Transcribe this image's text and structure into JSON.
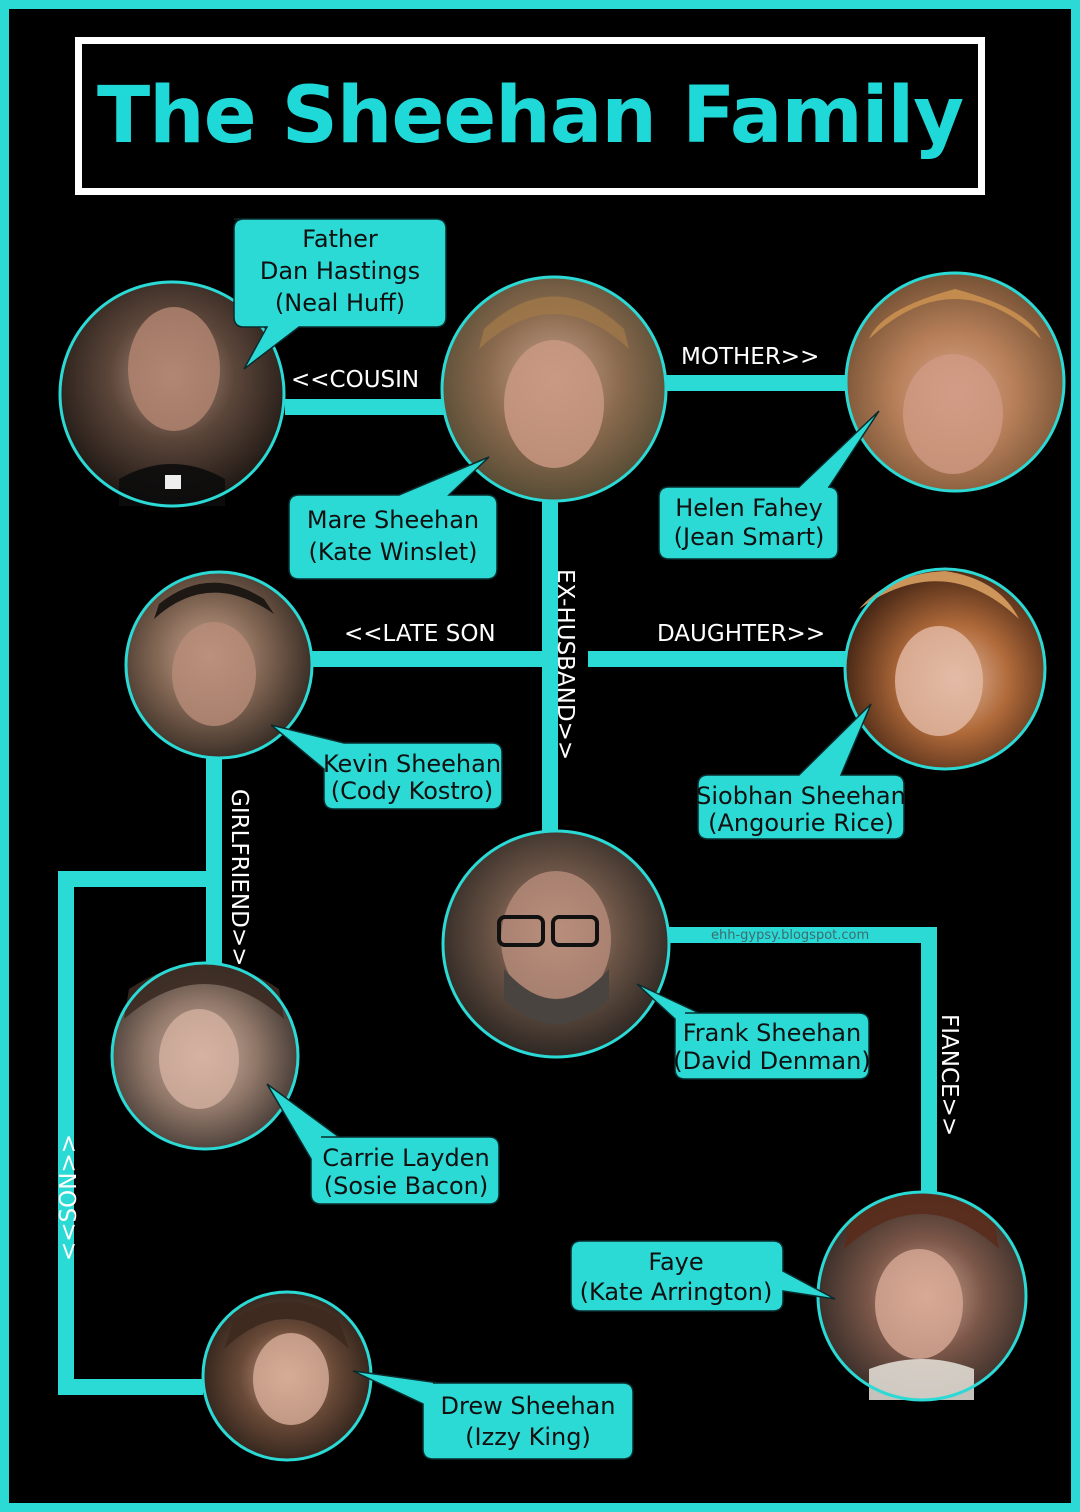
{
  "title": "The Sheehan Family",
  "watermark": "ehh-gypsy.blogspot.com",
  "colors": {
    "accent": "#2bd9d5",
    "background": "#000000",
    "title_border": "#ffffff"
  },
  "people": [
    {
      "id": "dan",
      "lines": [
        "Father",
        "Dan Hastings",
        "(Neal Huff)"
      ]
    },
    {
      "id": "mare",
      "lines": [
        "Mare Sheehan",
        "(Kate Winslet)"
      ]
    },
    {
      "id": "helen",
      "lines": [
        "Helen Fahey",
        "(Jean Smart)"
      ]
    },
    {
      "id": "kevin",
      "lines": [
        "Kevin Sheehan",
        "(Cody Kostro)"
      ]
    },
    {
      "id": "siobhan",
      "lines": [
        "Siobhan Sheehan",
        "(Angourie Rice)"
      ]
    },
    {
      "id": "frank",
      "lines": [
        "Frank Sheehan",
        "(David Denman)"
      ]
    },
    {
      "id": "carrie",
      "lines": [
        "Carrie Layden",
        "(Sosie Bacon)"
      ]
    },
    {
      "id": "faye",
      "lines": [
        "Faye",
        "(Kate Arrington)"
      ]
    },
    {
      "id": "drew",
      "lines": [
        "Drew Sheehan",
        "(Izzy King)"
      ]
    }
  ],
  "relations": {
    "cousin": "<<COUSIN",
    "mother": "MOTHER>>",
    "ex_husband": "EX-HUSBAND>>",
    "late_son": "<<LATE SON",
    "daughter": "DAUGHTER>>",
    "girlfriend": "GIRLFRIEND>>",
    "fiance": "FIANCE>>",
    "son": "<<SON>>"
  }
}
